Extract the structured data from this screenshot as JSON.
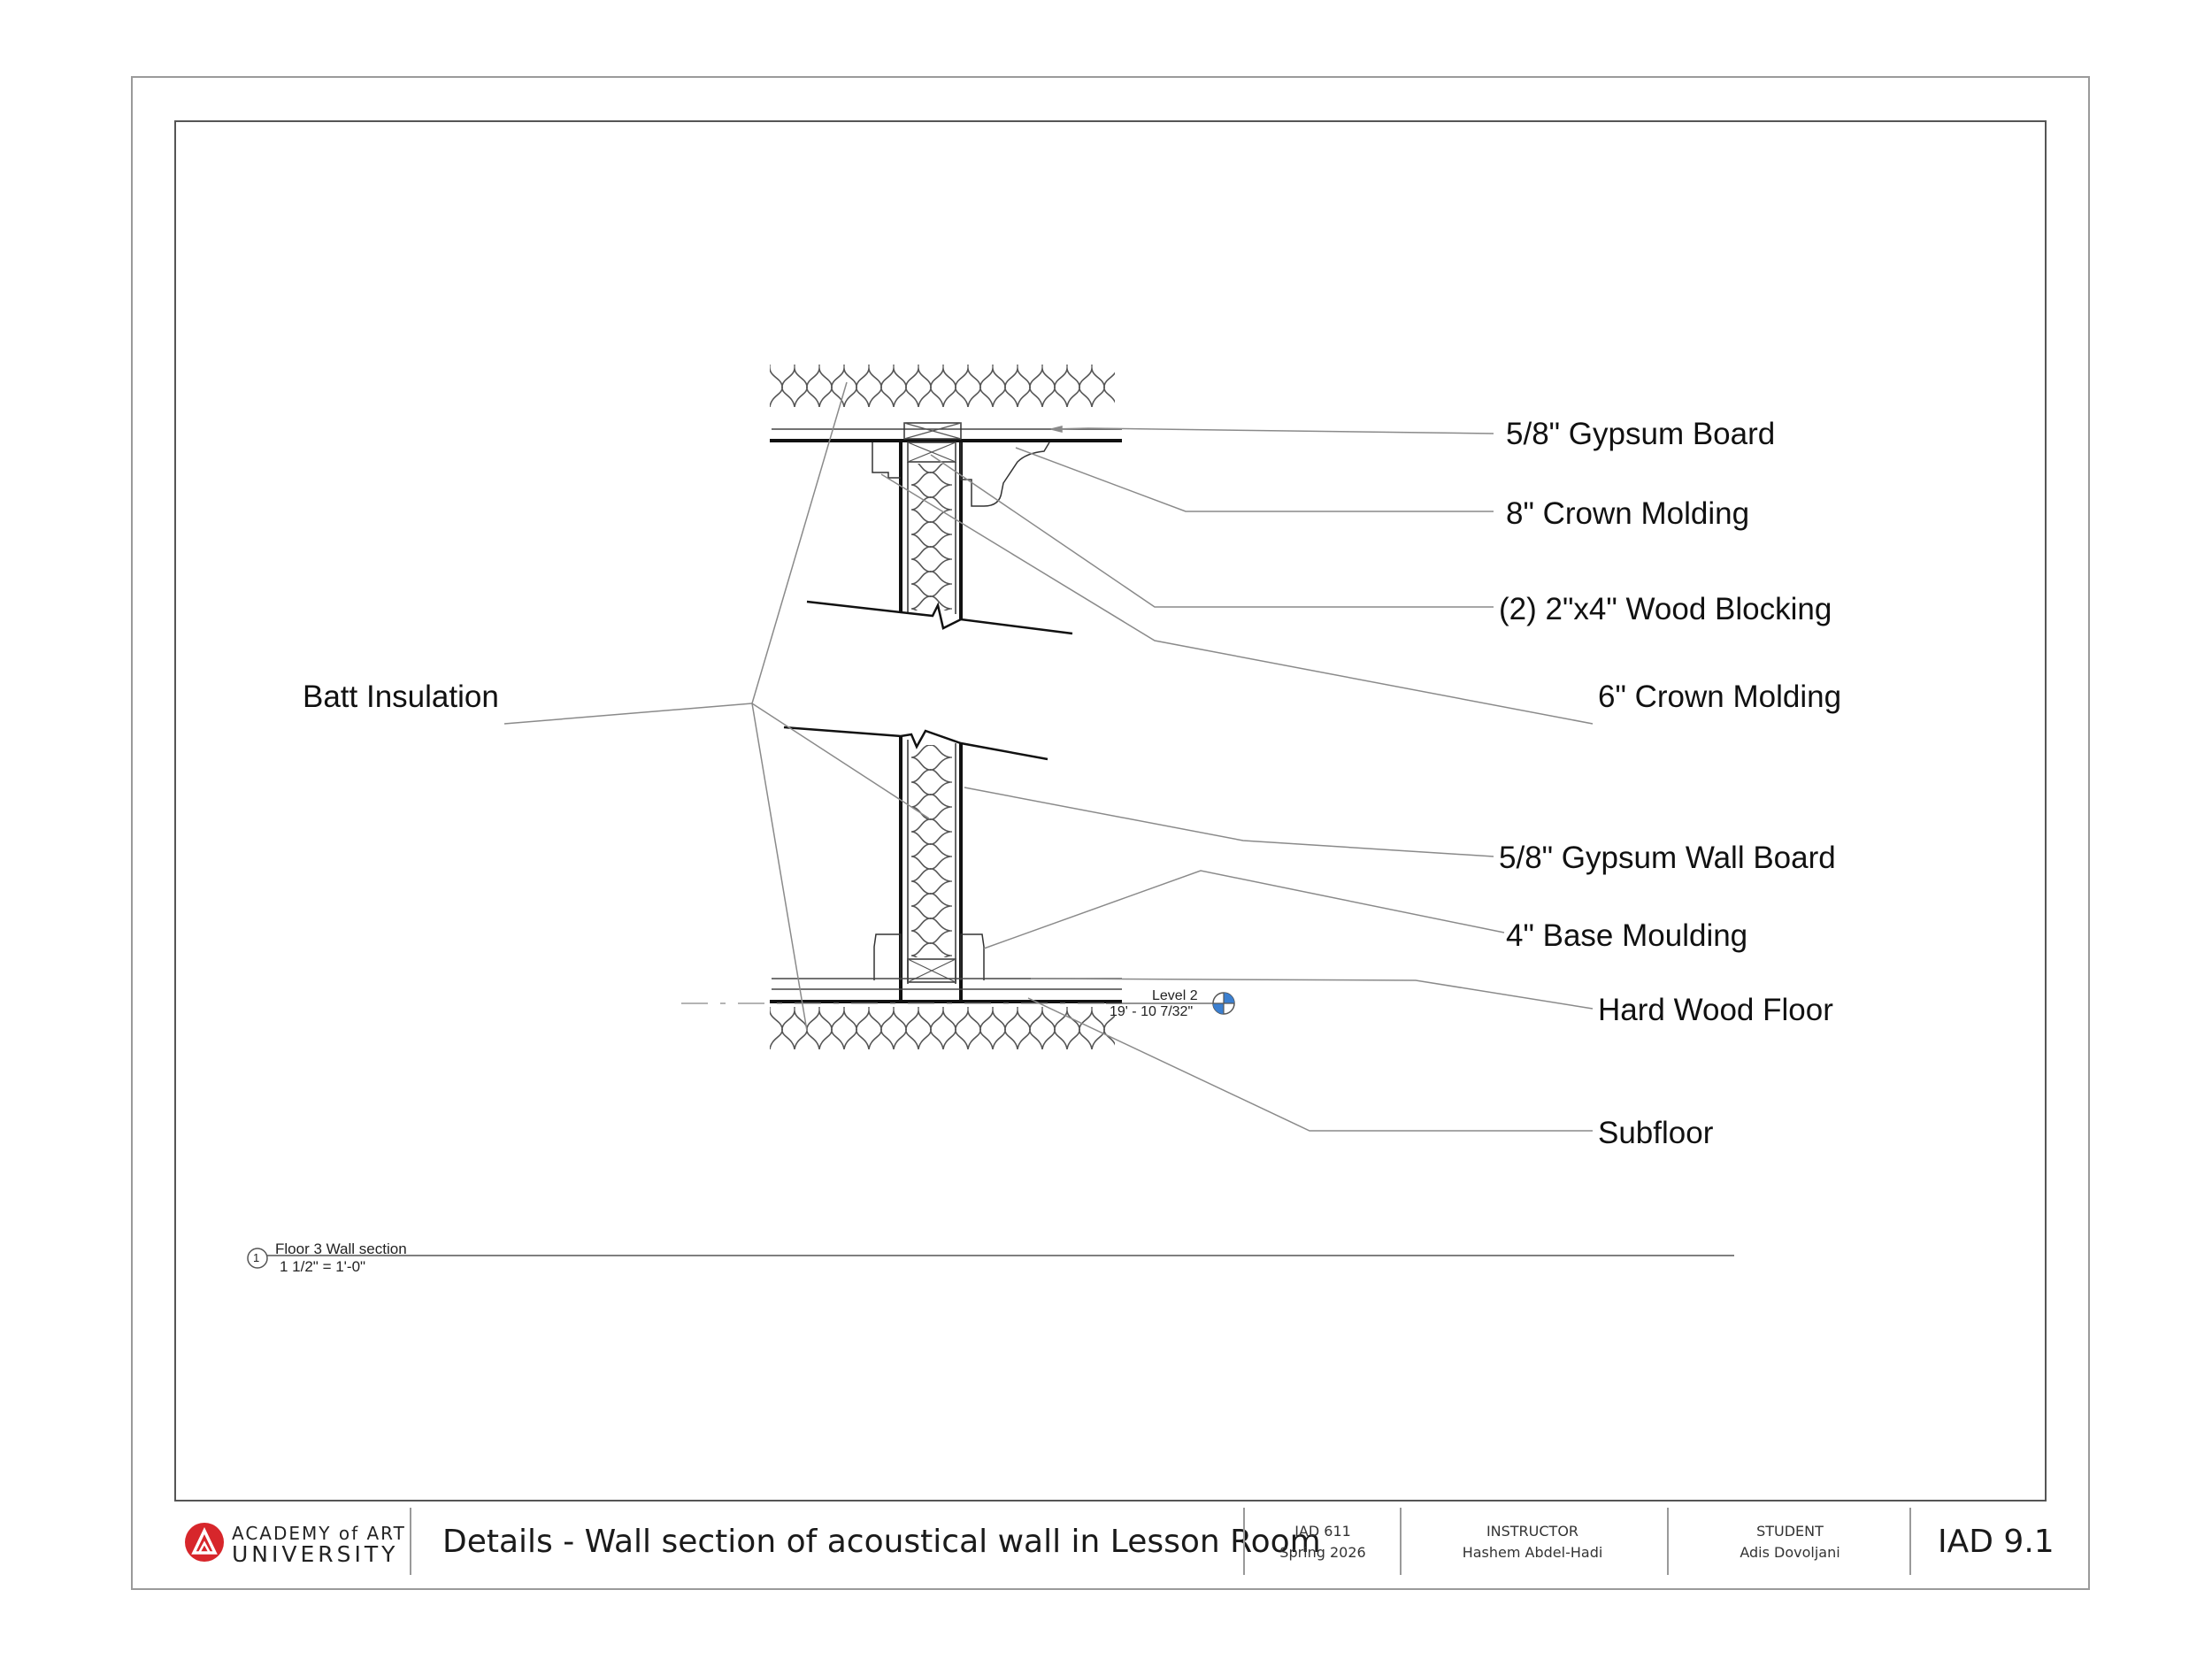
{
  "labels": {
    "gypsum_board": "5/8\" Gypsum Board",
    "crown_8": "8\" Crown Molding",
    "wood_blocking": "(2) 2\"x4\" Wood Blocking",
    "crown_6": "6\" Crown Molding",
    "batt_insulation": "Batt Insulation",
    "gypsum_wall_board": "5/8\" Gypsum Wall Board",
    "base_moulding": "4\" Base Moulding",
    "hard_wood_floor": "Hard Wood Floor",
    "subfloor": "Subfloor"
  },
  "level_marker": {
    "name": "Level 2",
    "elevation": "19' - 10 7/32\""
  },
  "view_title": {
    "number": "1",
    "name": "Floor 3 Wall section",
    "scale": "1 1/2\" = 1'-0\""
  },
  "title_block": {
    "logo_line1": "ACADEMY of ART",
    "logo_line2": "UNIVERSITY",
    "title": "Details - Wall section of acoustical wall in Lesson Room",
    "course": "IAD 611",
    "term": "Spring 2026",
    "instructor_heading": "INSTRUCTOR",
    "instructor_name": "Hashem Abdel-Hadi",
    "student_heading": "STUDENT",
    "student_name": "Adis Dovoljani",
    "sheet_number": "IAD 9.1"
  },
  "colors": {
    "logo_red": "#d7262b",
    "level_marker_blue": "#3b7fd0"
  }
}
